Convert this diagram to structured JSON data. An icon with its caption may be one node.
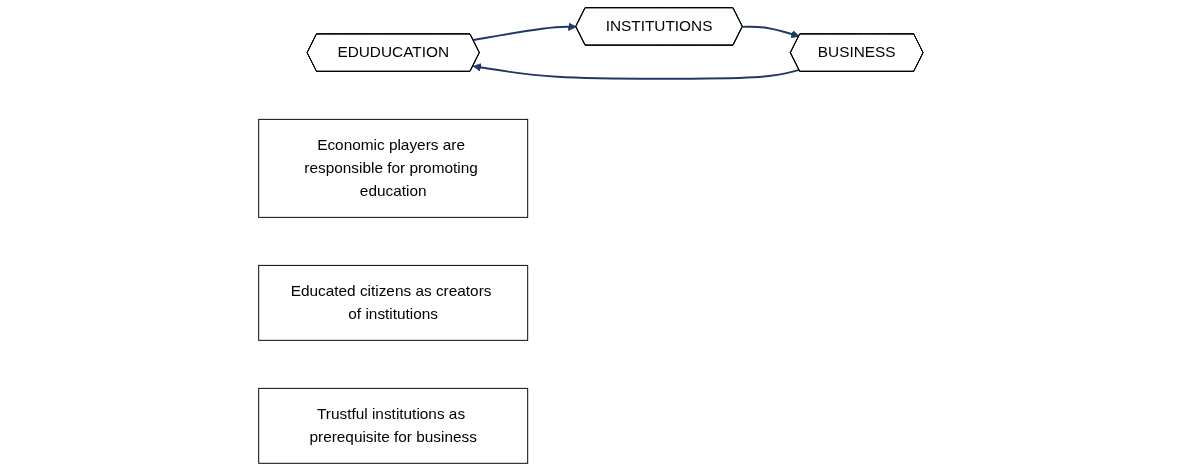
{
  "diagram": {
    "nodes": [
      {
        "text": [
          "EDUDUCATION"
        ]
      },
      {
        "text": [
          "Economic players are responsible for promoting education"
        ]
      },
      {
        "text": [
          "Educated citizens as creators of institutions"
        ]
      },
      {
        "text": [
          "INSTITUTIONS"
        ]
      },
      {
        "text": [
          "Trustful institutions as prerequisite for business"
        ]
      },
      {
        "text": [
          "BUSINESS"
        ]
      }
    ],
    "edges": [
      {
        "from": 0,
        "to": 3,
        "arrow": "to"
      },
      {
        "from": 3,
        "to": 5,
        "arrow": "to"
      },
      {
        "from": 5,
        "to": 0,
        "arrow": "to"
      }
    ]
  }
}
